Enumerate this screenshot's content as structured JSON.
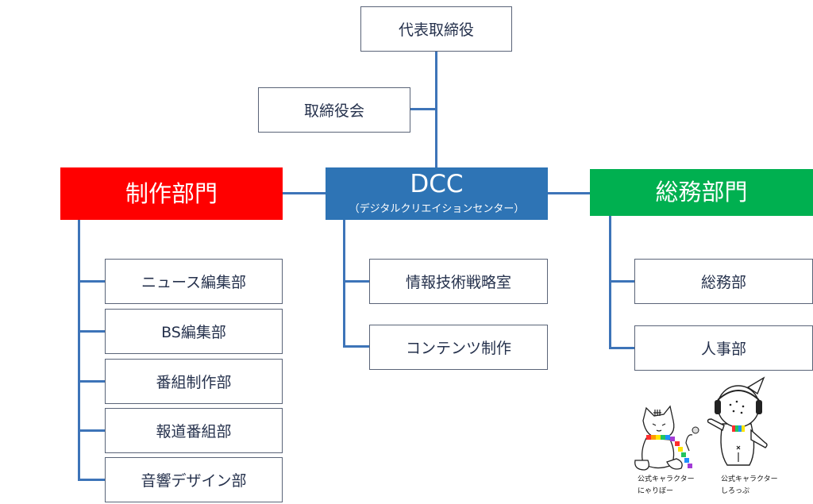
{
  "top": {
    "ceo": "代表取締役",
    "board": "取締役会"
  },
  "departments": {
    "production": {
      "title": "制作部門",
      "color": "#ff0000"
    },
    "dcc": {
      "title": "DCC",
      "subtitle": "（デジタルクリエイションセンター）",
      "color": "#2e74b5"
    },
    "general": {
      "title": "総務部門",
      "color": "#00b050"
    }
  },
  "production_units": [
    "ニュース編集部",
    "BS編集部",
    "番組制作部",
    "報道番組部",
    "音響デザイン部"
  ],
  "dcc_units": [
    "情報技術戦略室",
    "コンテンツ制作"
  ],
  "general_units": [
    "総務部",
    "人事部"
  ],
  "mascots": [
    {
      "line1": "公式キャラクター",
      "line2": "にゃりぼー"
    },
    {
      "line1": "公式キャラクター",
      "line2": "しろっぷ"
    }
  ]
}
